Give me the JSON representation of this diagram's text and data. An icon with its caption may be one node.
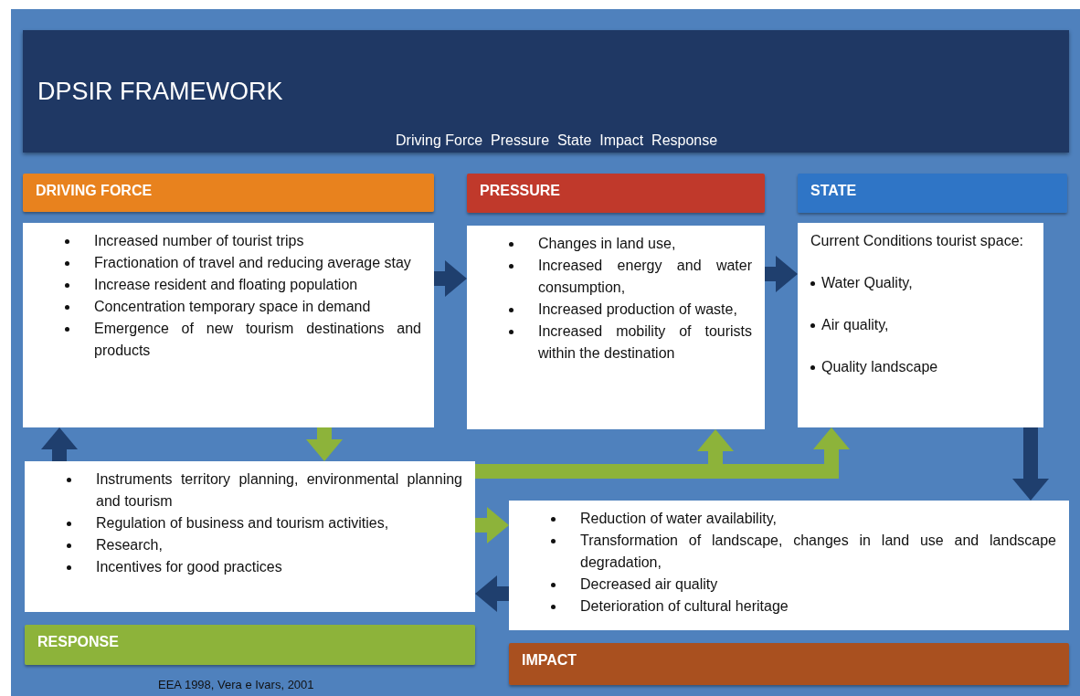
{
  "diagram": {
    "title": "DPSIR FRAMEWORK",
    "caption": "EEA 1998, Vera e Ivars, 2001",
    "nodes": [
      {
        "text": [
          "DRIVING FORCE",
          "Increased number of tourist trips",
          "Fractionation of travel and reducing average stay",
          "Increase resident and floating population",
          "Concentration temporary space in demand",
          "Emergence of new tourism destinations and products"
        ]
      },
      {
        "text": [
          "PRESSURE",
          "Changes in land use,",
          "Increased energy and water consumption,",
          "Increased production of waste,",
          "Increased mobility of tourists within the destination"
        ]
      },
      {
        "text": [
          "STATE",
          "Current Conditions tourist space:",
          "Water Quality,",
          "Air quality,",
          "Quality landscape"
        ]
      },
      {
        "text": [
          "RESPONSE",
          "Instruments territory planning, environmental planning and tourism",
          "Regulation of business and tourism activities,",
          "Research,",
          "Incentives for good practices"
        ]
      },
      {
        "text": [
          "IMPACT",
          "Reduction of water availability,",
          "Transformation of landscape, changes in land use and landscape degradation,",
          "Decreased air quality",
          "Deterioration of cultural heritage"
        ]
      }
    ],
    "edges": [
      {
        "from": 0,
        "to": 1,
        "arrow": "to"
      },
      {
        "from": 1,
        "to": 2,
        "arrow": "to"
      },
      {
        "from": 2,
        "to": 4,
        "arrow": "to"
      },
      {
        "from": 4,
        "to": 3,
        "arrow": "to"
      },
      {
        "from": 3,
        "to": 0,
        "arrow": "to"
      },
      {
        "from": 0,
        "to": 3,
        "arrow": "to",
        "color": "#8db33a"
      },
      {
        "from": 3,
        "to": 4,
        "arrow": "to",
        "color": "#8db33a"
      },
      {
        "from": 3,
        "to": 1,
        "arrow": "to",
        "color": "#8db33a"
      },
      {
        "from": 3,
        "to": 2,
        "arrow": "to",
        "color": "#8db33a"
      }
    ],
    "labels": [
      "Driving Force  Pressure  State  Impact  Response"
    ]
  }
}
